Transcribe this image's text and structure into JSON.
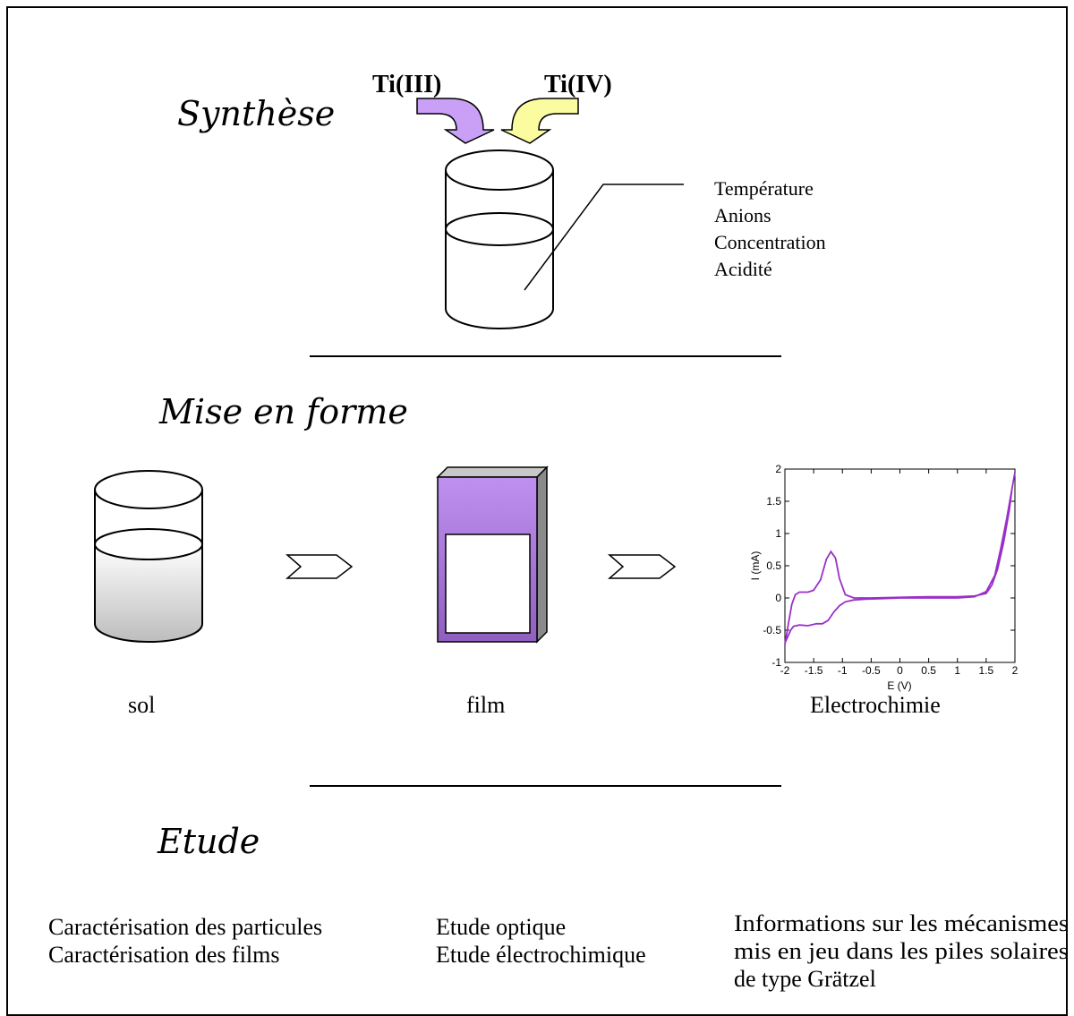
{
  "sections": {
    "synthese": "Synthèse",
    "mise_en_forme": "Mise en forme",
    "etude": "Etude"
  },
  "synthese": {
    "reagent_1": "Ti(III)",
    "reagent_2": "Ti(IV)",
    "parameters": [
      "Température",
      "Anions",
      "Concentration",
      "Acidité"
    ]
  },
  "mise_en_forme": {
    "step_1": "sol",
    "step_2": "film",
    "step_3": "Electrochimie"
  },
  "etude": {
    "col_1": [
      "Caractérisation des particules",
      "Caractérisation des films"
    ],
    "col_2": [
      "Etude optique",
      "Etude électrochimique"
    ],
    "col_3": [
      "Informations sur les mécanismes",
      "mis en jeu dans les piles solaires",
      "de type Grätzel"
    ]
  },
  "colors": {
    "ti3_arrow": "#c9a0f5",
    "ti4_arrow": "#fbfba0",
    "film_top": "#c090f0",
    "film_bottom": "#9060c0",
    "curve": "#9a30c8"
  },
  "chart_data": {
    "type": "line",
    "xlabel": "E (V)",
    "ylabel": "I (mA)",
    "xlim": [
      -2,
      2
    ],
    "ylim": [
      -1,
      2
    ],
    "x_ticks": [
      "-2",
      "-1.5",
      "-1",
      "-0.5",
      "0",
      "0.5",
      "1",
      "1.5",
      "2"
    ],
    "y_ticks": [
      "-1",
      "-0.5",
      "0",
      "0.5",
      "1",
      "1.5",
      "2"
    ],
    "series": [
      {
        "values": [
          [
            -2.0,
            -0.7
          ],
          [
            -1.95,
            -0.6
          ],
          [
            -1.9,
            -0.5
          ],
          [
            -1.85,
            -0.44
          ],
          [
            -1.75,
            -0.42
          ],
          [
            -1.6,
            -0.43
          ],
          [
            -1.45,
            -0.4
          ],
          [
            -1.35,
            -0.4
          ],
          [
            -1.25,
            -0.35
          ],
          [
            -1.15,
            -0.22
          ],
          [
            -1.05,
            -0.12
          ],
          [
            -0.95,
            -0.06
          ],
          [
            -0.8,
            -0.03
          ],
          [
            -0.6,
            -0.02
          ],
          [
            -0.3,
            -0.01
          ],
          [
            0.0,
            0.0
          ],
          [
            0.5,
            0.0
          ],
          [
            1.0,
            0.0
          ],
          [
            1.3,
            0.02
          ],
          [
            1.5,
            0.1
          ],
          [
            1.65,
            0.35
          ],
          [
            1.75,
            0.75
          ],
          [
            1.85,
            1.2
          ],
          [
            1.93,
            1.6
          ],
          [
            2.0,
            1.95
          ],
          [
            1.95,
            1.7
          ],
          [
            1.9,
            1.35
          ],
          [
            1.8,
            0.85
          ],
          [
            1.7,
            0.45
          ],
          [
            1.6,
            0.2
          ],
          [
            1.5,
            0.07
          ],
          [
            1.3,
            0.03
          ],
          [
            1.0,
            0.02
          ],
          [
            0.5,
            0.02
          ],
          [
            0.0,
            0.01
          ],
          [
            -0.5,
            0.0
          ],
          [
            -0.8,
            0.0
          ],
          [
            -0.95,
            0.05
          ],
          [
            -1.05,
            0.3
          ],
          [
            -1.12,
            0.62
          ],
          [
            -1.2,
            0.72
          ],
          [
            -1.28,
            0.6
          ],
          [
            -1.38,
            0.28
          ],
          [
            -1.5,
            0.12
          ],
          [
            -1.6,
            0.09
          ],
          [
            -1.75,
            0.09
          ],
          [
            -1.82,
            0.05
          ],
          [
            -1.88,
            -0.1
          ],
          [
            -1.94,
            -0.4
          ],
          [
            -2.0,
            -0.72
          ]
        ]
      }
    ]
  }
}
